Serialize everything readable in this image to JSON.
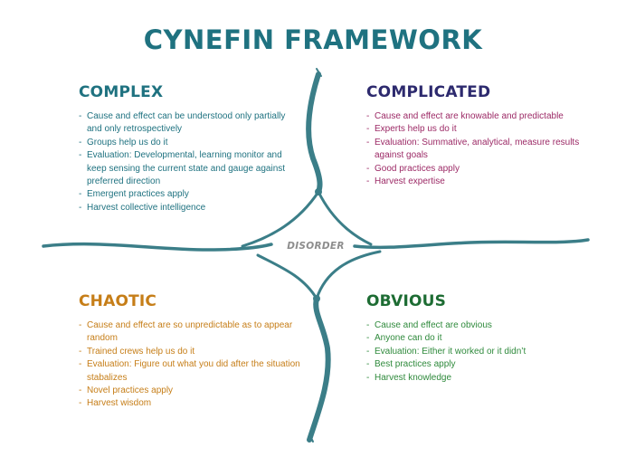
{
  "title": "CYNEFIN FRAMEWORK",
  "center_label": "DISORDER",
  "colors": {
    "title": "#1f7280",
    "lines": "#3b7e88",
    "complex": "#1f7280",
    "complicated": "#2d2a6e",
    "complicated_text": "#9c2a66",
    "chaotic": "#c67e18",
    "obvious": "#1d6c33",
    "obvious_text": "#2f8a3c",
    "disorder": "#8d8d8d"
  },
  "quadrants": {
    "complex": {
      "heading": "COMPLEX",
      "items": [
        "Cause and effect can be understood only partially and only retrospectively",
        "Groups help us do it",
        "Evaluation: Developmental, learning monitor and keep sensing the current state and gauge against preferred direction",
        "Emergent practices apply",
        "Harvest collective intelligence"
      ]
    },
    "complicated": {
      "heading": "COMPLICATED",
      "items": [
        "Cause and effect are knowable and predictable",
        "Experts help us do it",
        "Evaluation: Summative, analytical, measure results against goals",
        "Good practices apply",
        "Harvest expertise"
      ]
    },
    "chaotic": {
      "heading": "CHAOTIC",
      "items": [
        "Cause and effect are so unpredictable as to appear random",
        "Trained crews help us do it",
        "Evaluation: Figure out what you did after the situation stabalizes",
        "Novel practices apply",
        "Harvest wisdom"
      ]
    },
    "obvious": {
      "heading": "OBVIOUS",
      "items": [
        "Cause and effect are obvious",
        "Anyone can do it",
        "Evaluation: Either it worked or it didn’t",
        "Best practices apply",
        "Harvest knowledge"
      ]
    }
  }
}
